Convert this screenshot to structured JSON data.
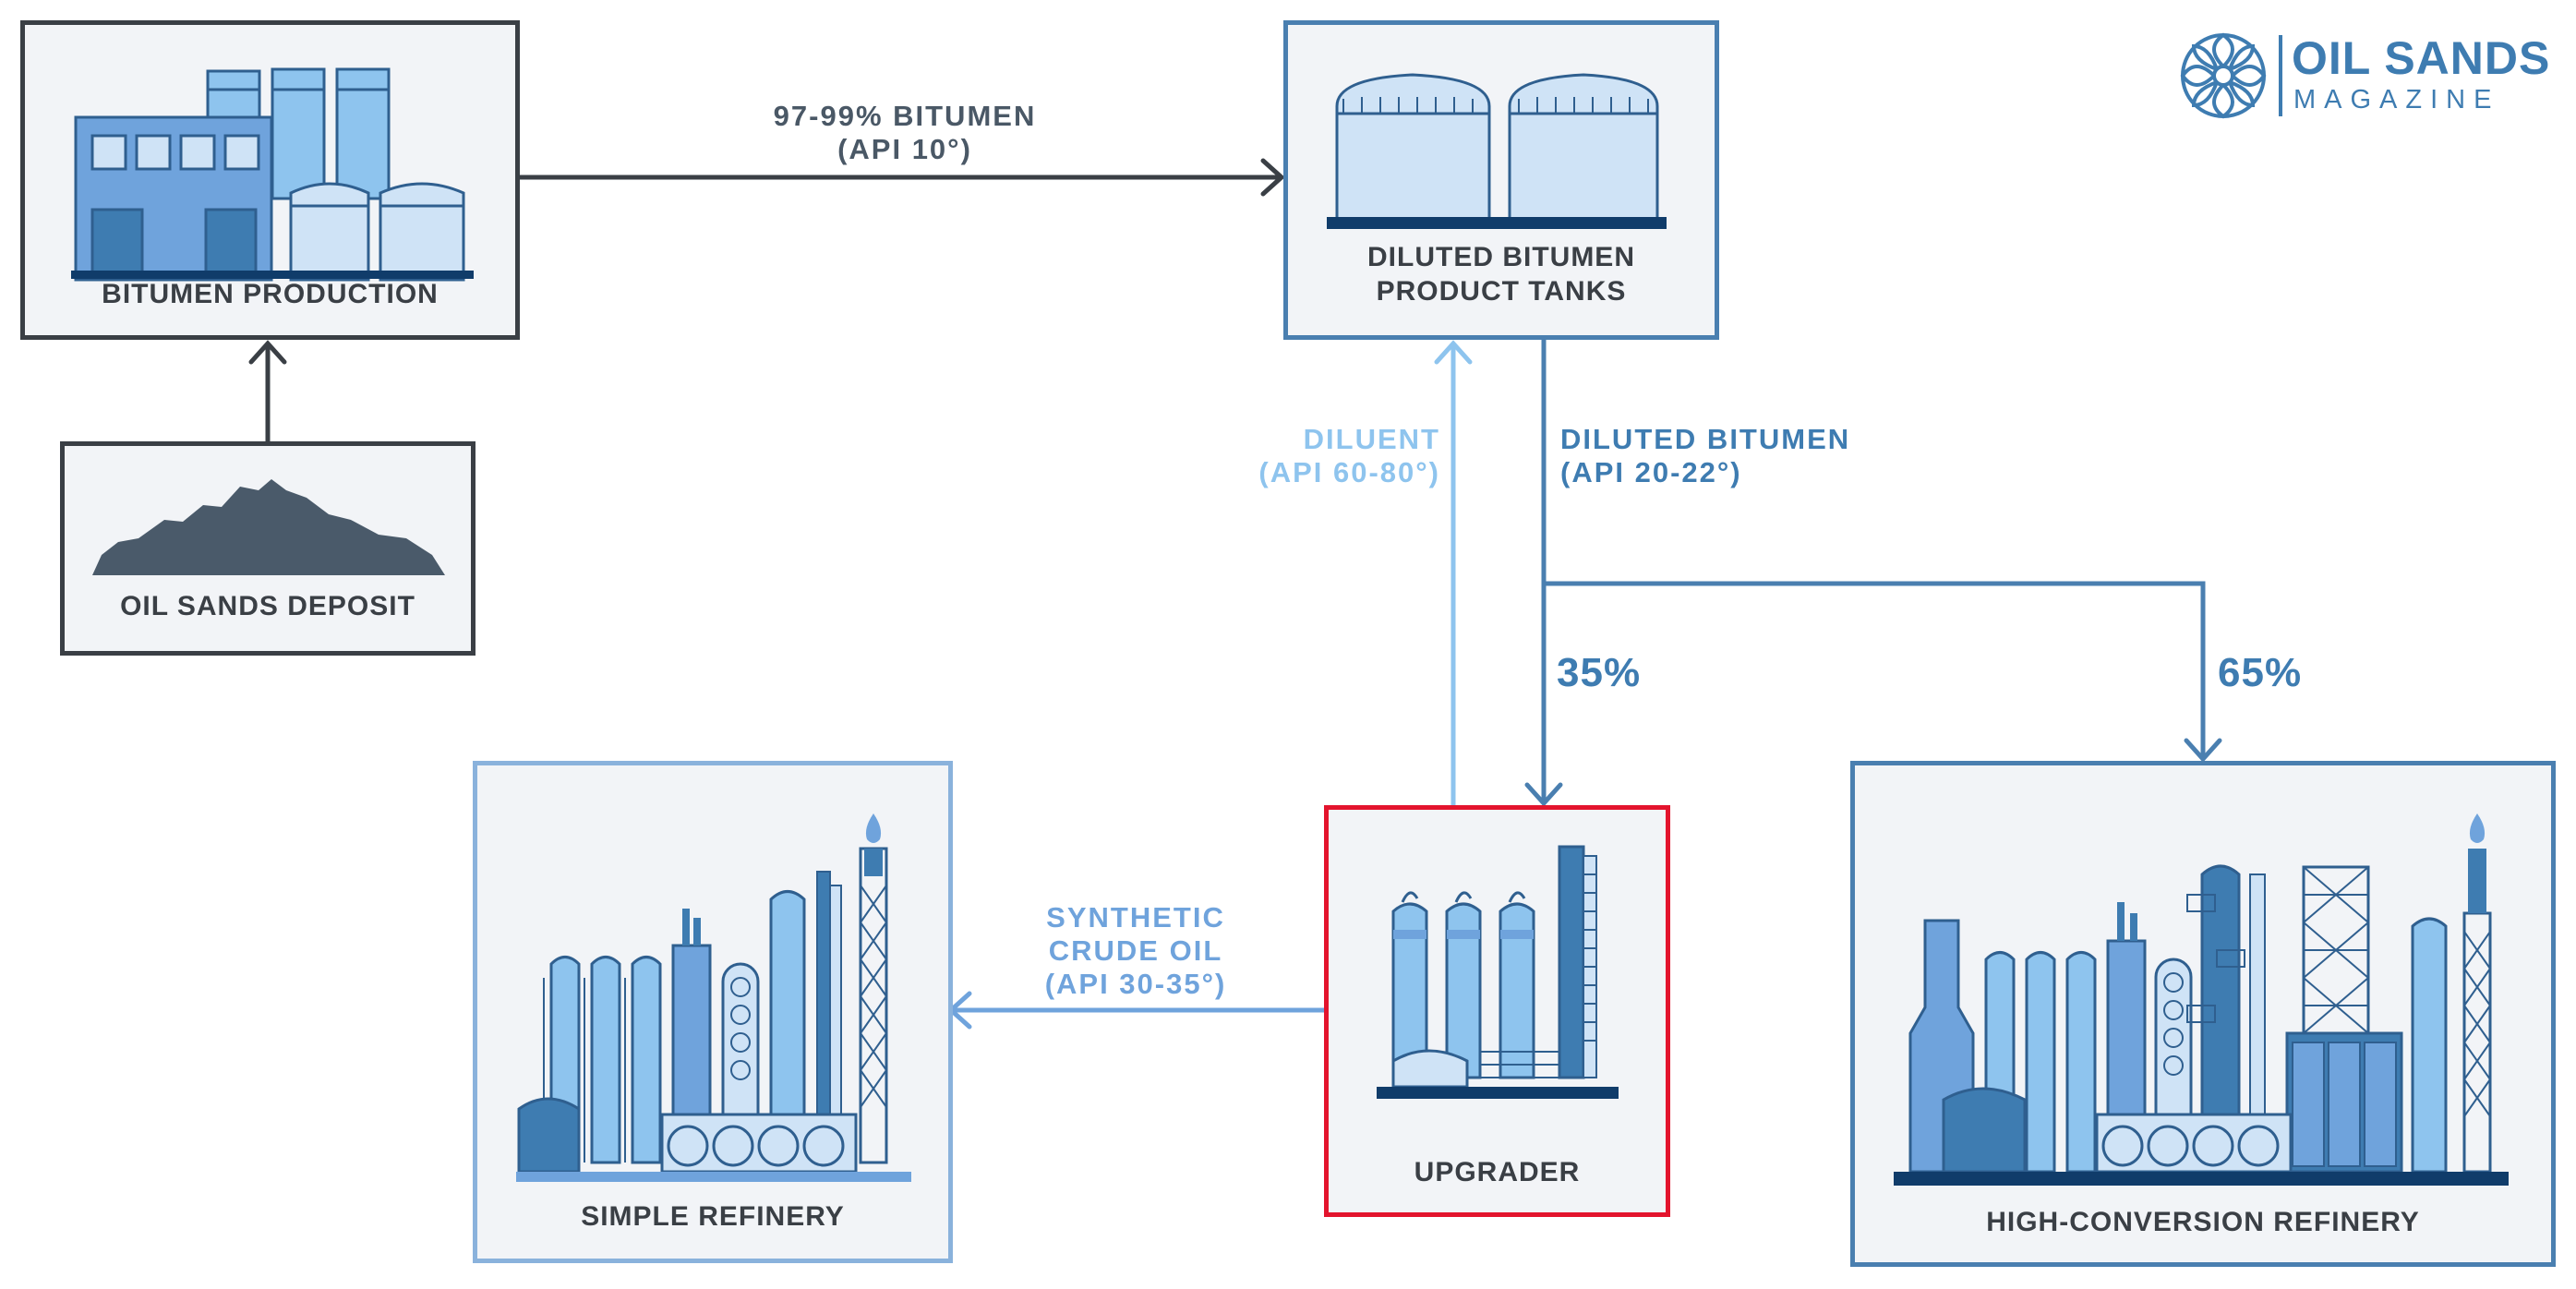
{
  "logo": {
    "title": "OIL SANDS",
    "subtitle": "MAGAZINE",
    "icon": "flower-logo-icon",
    "color": "#3e7cb1"
  },
  "nodes": {
    "bitumen_production": {
      "label": "BITUMEN PRODUCTION"
    },
    "oil_sands_deposit": {
      "label": "OIL SANDS DEPOSIT"
    },
    "product_tanks": {
      "label_line1": "DILUTED BITUMEN",
      "label_line2": "PRODUCT TANKS"
    },
    "upgrader": {
      "label": "UPGRADER"
    },
    "simple_refinery": {
      "label": "SIMPLE REFINERY"
    },
    "high_conversion_refinery": {
      "label": "HIGH-CONVERSION REFINERY"
    }
  },
  "flows": {
    "bitumen": {
      "line1": "97-99% BITUMEN",
      "line2": "(API 10°)"
    },
    "diluent": {
      "line1": "DILUENT",
      "line2": "(API 60-80°)"
    },
    "diluted_bitumen": {
      "line1": "DILUTED BITUMEN",
      "line2": "(API 20-22°)"
    },
    "synthetic_crude": {
      "line1": "SYNTHETIC",
      "line2": "CRUDE OIL",
      "line3": "(API 30-35°)"
    },
    "split_upgrader": "35%",
    "split_refinery": "65%"
  },
  "colors": {
    "dark": "#3a3f45",
    "steel": "#4a7fb0",
    "light_blue": "#8ec4ee",
    "mid_blue": "#6fa3dc",
    "highlight_red": "#e3142d",
    "panel_bg": "#f2f4f7",
    "navy": "#103c6a"
  }
}
